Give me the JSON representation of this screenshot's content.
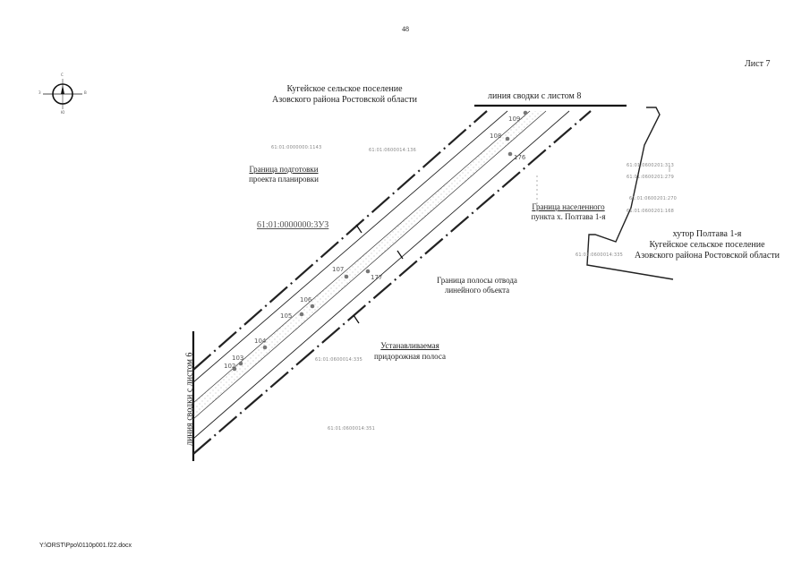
{
  "page_number": "48",
  "sheet_label": "Лист 7",
  "file_path": "Y:\\ORST\\Ppo\\0110p001.f22.docx",
  "match_line_top": "линия сводки с листом 8",
  "match_line_left": "линия сводки с листом 6",
  "settlement_top": {
    "line1": "Кугейское сельское поселение",
    "line2": "Азовского района Ростовской области"
  },
  "settlement_right": {
    "line1": "хутор Полтава 1-я",
    "line2": "Кугейское сельское поселение",
    "line3": "Азовского района Ростовской области"
  },
  "boundary_prep": {
    "line1": "Граница  подготовки",
    "line2": "проекта планировки"
  },
  "boundary_settlement": {
    "line1": "Граница населенного",
    "line2": "пункта х. Полтава 1-я"
  },
  "right_of_way": {
    "line1": "Граница полосы отвода",
    "line2": "линейного объекта"
  },
  "roadside_strip": {
    "line1": "Устанавливаемая",
    "line2": "придорожная полоса"
  },
  "parcel_main": "61:01:0000000:3УЗ",
  "cadastral_small": [
    "61:01:0000000:1143",
    "61:01:0600014:136",
    "61:01:0600201:313",
    "61:01:0600201:279",
    "61:01:0600201:270",
    "61:01:0600201:168",
    "61:01:0600014:335",
    "61:01:0600014:335",
    "61:01:0600014:351"
  ],
  "points": {
    "p102": "102",
    "p103": "103",
    "p104": "104",
    "p105": "105",
    "p106": "106",
    "p107": "107",
    "p108": "108",
    "p109": "109",
    "p176": "176",
    "p177": "177"
  },
  "compass": {
    "n": "С",
    "s": "Ю",
    "w": "З",
    "e": "В"
  }
}
